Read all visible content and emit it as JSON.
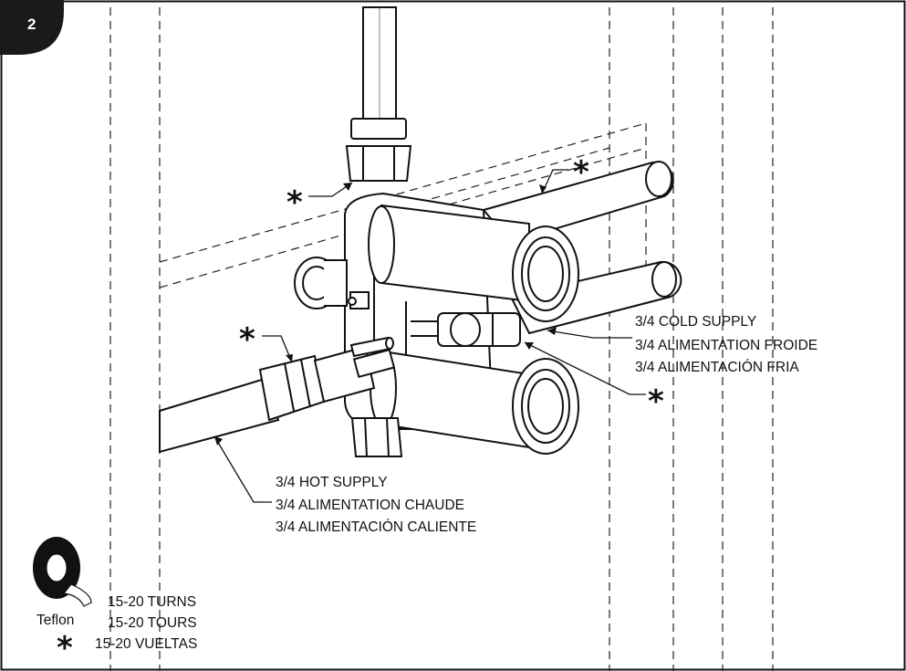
{
  "step_number": "2",
  "cold_supply": {
    "en": "3/4 COLD SUPPLY",
    "fr": "3/4 ALIMENTATION FROIDE",
    "es": "3/4 ALIMENTACIÓN FRIA"
  },
  "hot_supply": {
    "en": "3/4 HOT SUPPLY",
    "fr": "3/4 ALIMENTATION CHAUDE",
    "es": "3/4 ALIMENTACIÓN CALIENTE"
  },
  "teflon": {
    "label": "Teflon",
    "turns_en": "15-20 TURNS",
    "turns_fr": "15-20 TOURS",
    "turns_es": "15-20 VUELTAS"
  },
  "marker_symbol": "*",
  "colors": {
    "ink": "#111111",
    "badge": "#1a1a1a",
    "dash": "#222222"
  }
}
